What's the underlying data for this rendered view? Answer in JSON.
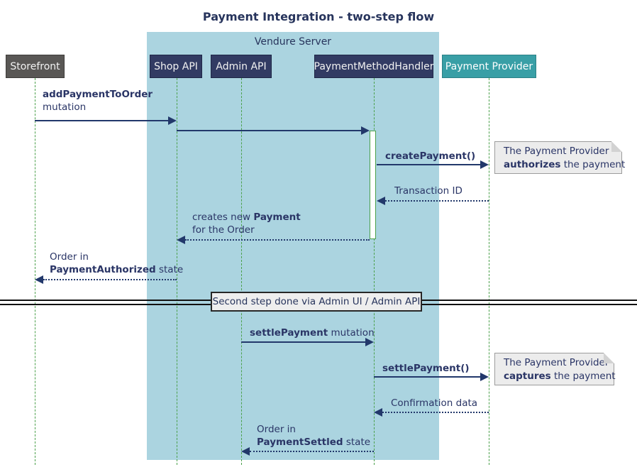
{
  "title": "Payment Integration - two-step flow",
  "frame": {
    "label": "Vendure Server"
  },
  "participants": [
    {
      "label": "Storefront"
    },
    {
      "label": "Shop API"
    },
    {
      "label": "Admin API"
    },
    {
      "label": "PaymentMethodHandler"
    },
    {
      "label": "Payment Provider"
    }
  ],
  "messages": {
    "add_payment": {
      "line1_bold": "addPaymentToOrder",
      "line2": "mutation"
    },
    "create_payment": {
      "bold": "createPayment()"
    },
    "transaction_id": {
      "text": "Transaction ID"
    },
    "creates_payment": {
      "pre": "creates new ",
      "bold": "Payment",
      "line2": "for the Order"
    },
    "order_authorized": {
      "line1": "Order in",
      "bold": "PaymentAuthorized",
      "rest": " state"
    },
    "settle_mutation": {
      "bold": "settlePayment",
      "rest": " mutation"
    },
    "settle_call": {
      "bold": "settlePayment()"
    },
    "confirmation": {
      "text": "Confirmation data"
    },
    "order_settled": {
      "line1": "Order in",
      "bold": "PaymentSettled",
      "rest": " state"
    }
  },
  "divider": {
    "label": "Second step done via Admin UI / Admin API"
  },
  "notes": {
    "authorize": {
      "line1": "The Payment Provider",
      "bold": "authorizes",
      "rest": " the payment"
    },
    "capture": {
      "line1": "The Payment Provider",
      "bold": "captures",
      "rest": " the payment"
    }
  },
  "colors": {
    "frame_bg": "#ABD4E0",
    "participant_navy": "#323B63",
    "participant_navy_border": "#1F2747",
    "storefront_gray": "#595755",
    "storefront_border": "#3E3C3A",
    "provider_teal": "#399FA6",
    "provider_border": "#2C8186",
    "lifeline_green": "#4BA04B",
    "arrow_navy": "#22386B",
    "text_navy": "#2A3566",
    "note_bg": "#ECECEC",
    "note_border": "#9C9C9C",
    "divider_line": "#111111",
    "divider_box_bg": "#EEEEEE",
    "divider_box_border": "#272727",
    "title_color": "#27345C"
  }
}
